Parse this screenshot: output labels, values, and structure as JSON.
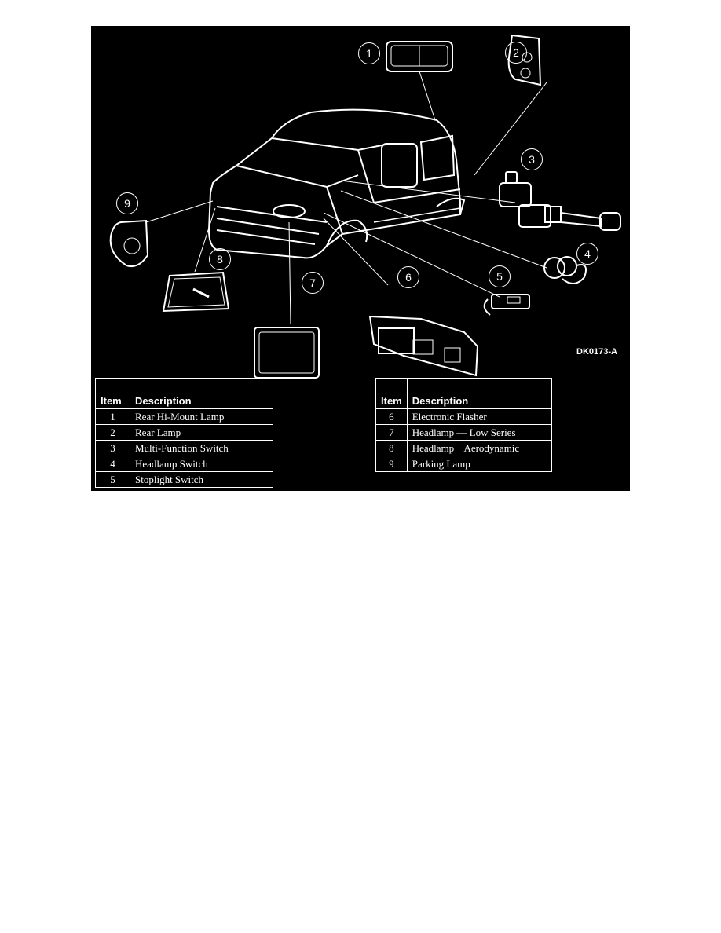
{
  "figure": {
    "id": "DK0173-A",
    "callouts": [
      "1",
      "2",
      "3",
      "4",
      "5",
      "6",
      "7",
      "8",
      "9"
    ]
  },
  "legend_left": {
    "headers": {
      "item": "Item",
      "description": "Description"
    },
    "rows": [
      {
        "item": "1",
        "description": "Rear Hi-Mount Lamp"
      },
      {
        "item": "2",
        "description": "Rear Lamp"
      },
      {
        "item": "3",
        "description": "Multi-Function Switch"
      },
      {
        "item": "4",
        "description": "Headlamp Switch"
      },
      {
        "item": "5",
        "description": "Stoplight Switch"
      }
    ]
  },
  "legend_right": {
    "headers": {
      "item": "Item",
      "description": "Description"
    },
    "rows": [
      {
        "item": "6",
        "description": "Electronic Flasher"
      },
      {
        "item": "7",
        "description": "Headlamp — Low Series"
      },
      {
        "item": "8",
        "description": "Headlamp    Aerodynamic"
      },
      {
        "item": "9",
        "description": "Parking Lamp"
      }
    ]
  },
  "colors": {
    "background": "#000000",
    "ink": "#ffffff",
    "page": "#ffffff"
  }
}
